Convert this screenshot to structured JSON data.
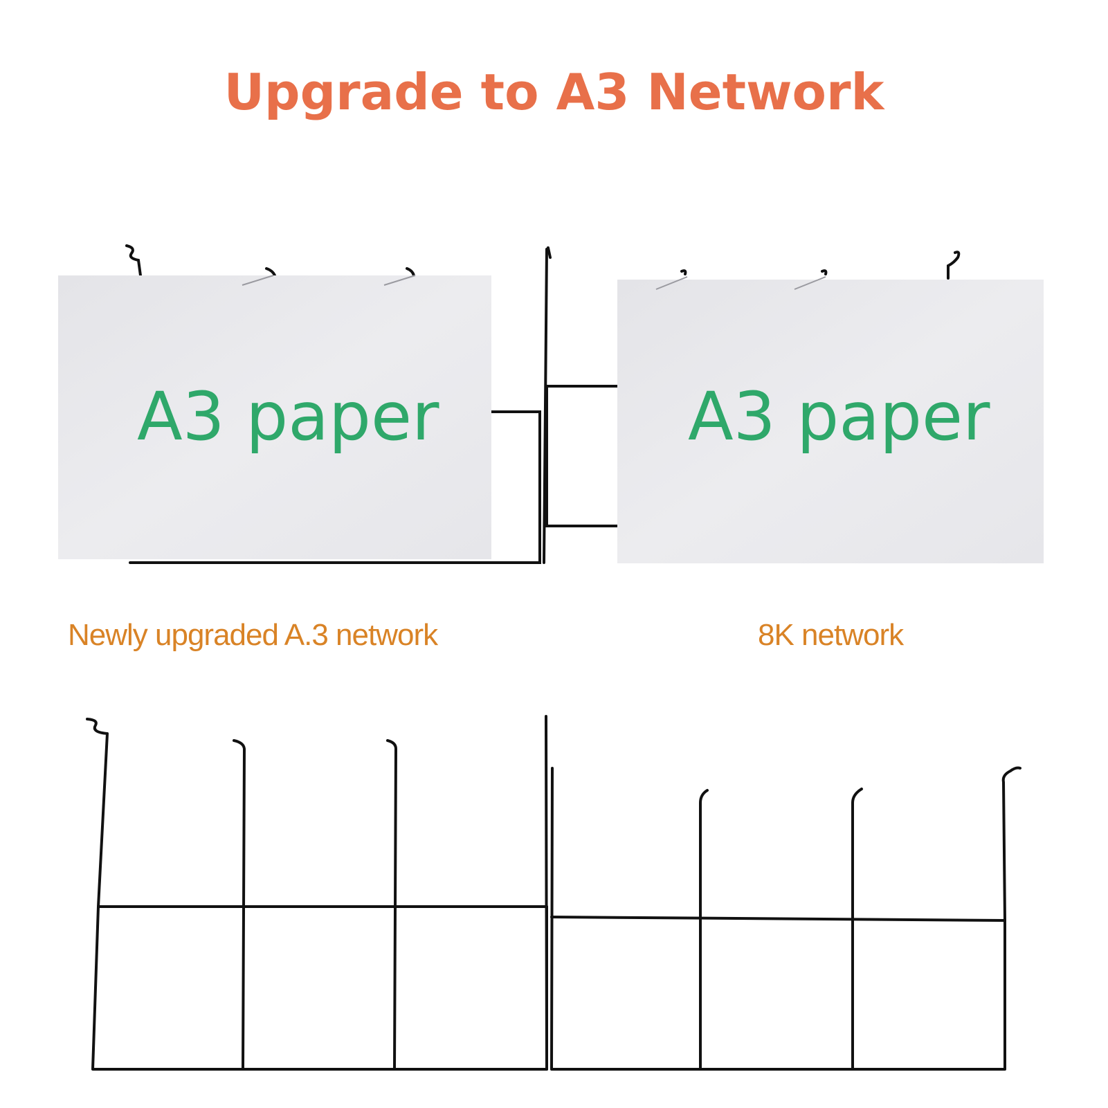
{
  "title": "Upgrade to A3 Network",
  "paper_label_left": "A3 paper",
  "paper_label_right": "A3 paper",
  "caption_left": "Newly upgraded A.3 network",
  "caption_right": "8K network",
  "colors": {
    "title": "#e8704a",
    "caption": "#d98326",
    "paper_text": "#2fa86a",
    "paper": "#e9e9ec",
    "wire": "#111111"
  }
}
